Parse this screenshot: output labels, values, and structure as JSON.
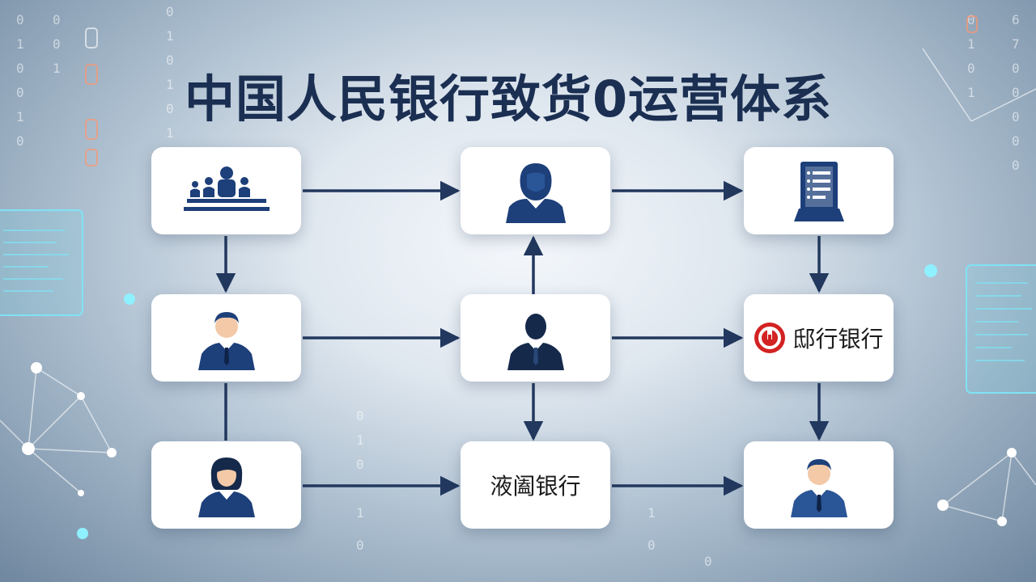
{
  "title": "中国人民银行致货0运营体系",
  "colors": {
    "navy": "#1d3f7a",
    "arrow": "#22385e",
    "accent_red": "#d32222"
  },
  "nodes": [
    {
      "id": "central-bank",
      "icon": "institution-group-icon"
    },
    {
      "id": "operator-hooded",
      "icon": "hooded-person-icon"
    },
    {
      "id": "document",
      "icon": "document-list-icon"
    },
    {
      "id": "person-man",
      "icon": "person-icon"
    },
    {
      "id": "person-dark",
      "icon": "person-silhouette-icon"
    },
    {
      "id": "bank-logo",
      "icon": "bank-seal-icon",
      "label": "邸行银行"
    },
    {
      "id": "person-woman",
      "icon": "woman-icon"
    },
    {
      "id": "bank-text",
      "label": "液阖银行"
    },
    {
      "id": "person-end",
      "icon": "person-icon"
    }
  ]
}
